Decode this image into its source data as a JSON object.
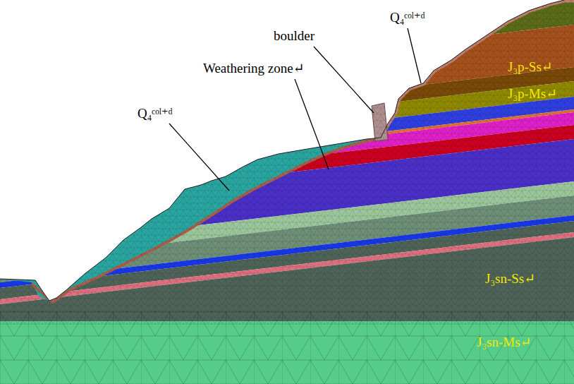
{
  "diagram": {
    "labels": [
      "boulder",
      "Q₄ᶜᵒˡ⁺ᵈ",
      "Weathering zone↵",
      "Q₄ᶜᵒˡ⁺ᵈ",
      "J₃p-Ss↵",
      "J₃p-Ms↵",
      "J₃sn-Ss↵",
      "J₃sn-Ms↵"
    ]
  }
}
